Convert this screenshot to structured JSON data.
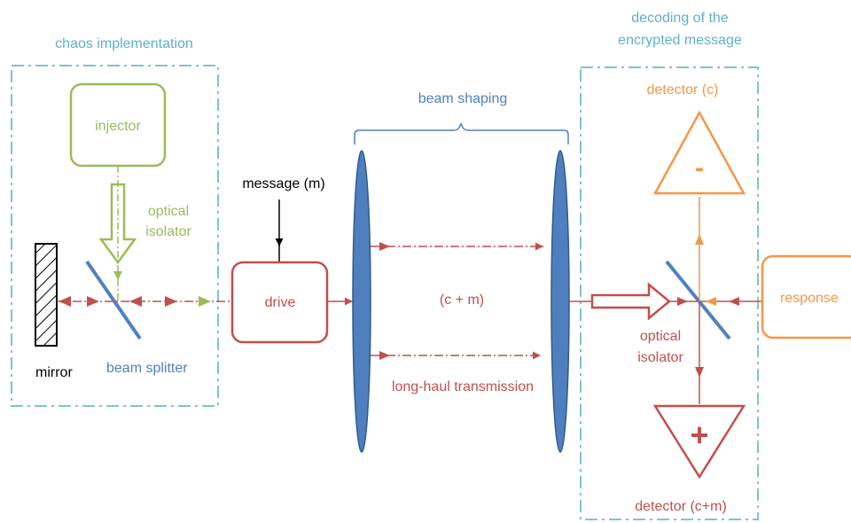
{
  "colors": {
    "cyan": "#7ec3d4",
    "green": "#9bbb59",
    "red": "#c0504d",
    "orange": "#f79646",
    "blue": "#4f81bd",
    "lens_fill": "#4f7fbe",
    "lens_stroke": "#2e5c8a",
    "black": "#000000"
  },
  "labels": {
    "chaos_implementation": "chaos implementation",
    "decoding_line1": "decoding of the",
    "decoding_line2": "encrypted message",
    "injector": "injector",
    "optical_isolator_left_line1": "optical",
    "optical_isolator_left_line2": "isolator",
    "mirror": "mirror",
    "beam_splitter": "beam splitter",
    "message": "message (m)",
    "drive": "drive",
    "beam_shaping": "beam shaping",
    "signal": "(c + m)",
    "long_haul": "long-haul transmission",
    "detector_c": "detector (c)",
    "detector_c_sign": "-",
    "response": "response",
    "optical_isolator_right_line1": "optical",
    "optical_isolator_right_line2": "isolator",
    "detector_cm": "detector (c+m)",
    "detector_cm_sign": "+"
  }
}
